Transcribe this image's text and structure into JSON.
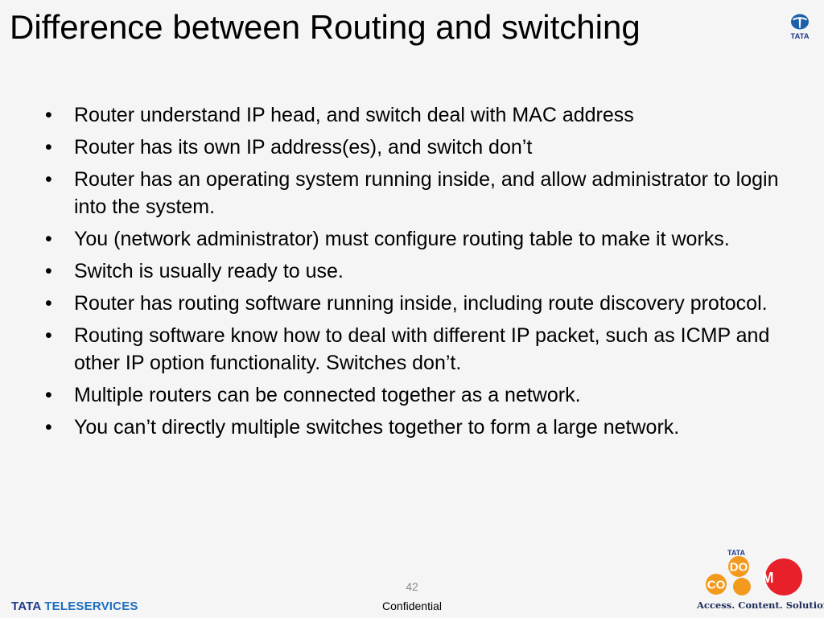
{
  "slide": {
    "title": "Difference between Routing and switching",
    "bullets": [
      "Router understand IP head, and switch deal with MAC address",
      "Router has its own IP address(es), and switch don’t",
      "Router has an operating system running inside, and allow administrator to login into the system.",
      "You (network administrator) must configure routing table to make it works.",
      "Switch is usually ready to use.",
      "Router has routing software running inside, including route discovery protocol.",
      "Routing software know how to deal with different IP packet, such as ICMP and other IP option functionality. Switches don’t.",
      "Multiple routers can be connected together as a network.",
      "You can’t directly multiple switches together to form a large network."
    ]
  },
  "footer": {
    "page_number": "42",
    "confidential": "Confidential",
    "logo_tata": "TATA",
    "logo_teleservices": "TELESERVICES"
  },
  "logos": {
    "top_right_text": "TATA",
    "docomo_brand": "TATA DOCOMO",
    "docomo_tagline": "Access. Content. Solutions."
  },
  "colors": {
    "background": "#f6f5f5",
    "tata_blue": "#1d3a8a",
    "docomo_orange": "#f39a1e",
    "docomo_red": "#e8202a"
  },
  "icons": {
    "top_right": "tata-logo-icon",
    "bottom_right": "docomo-logo-icon"
  }
}
